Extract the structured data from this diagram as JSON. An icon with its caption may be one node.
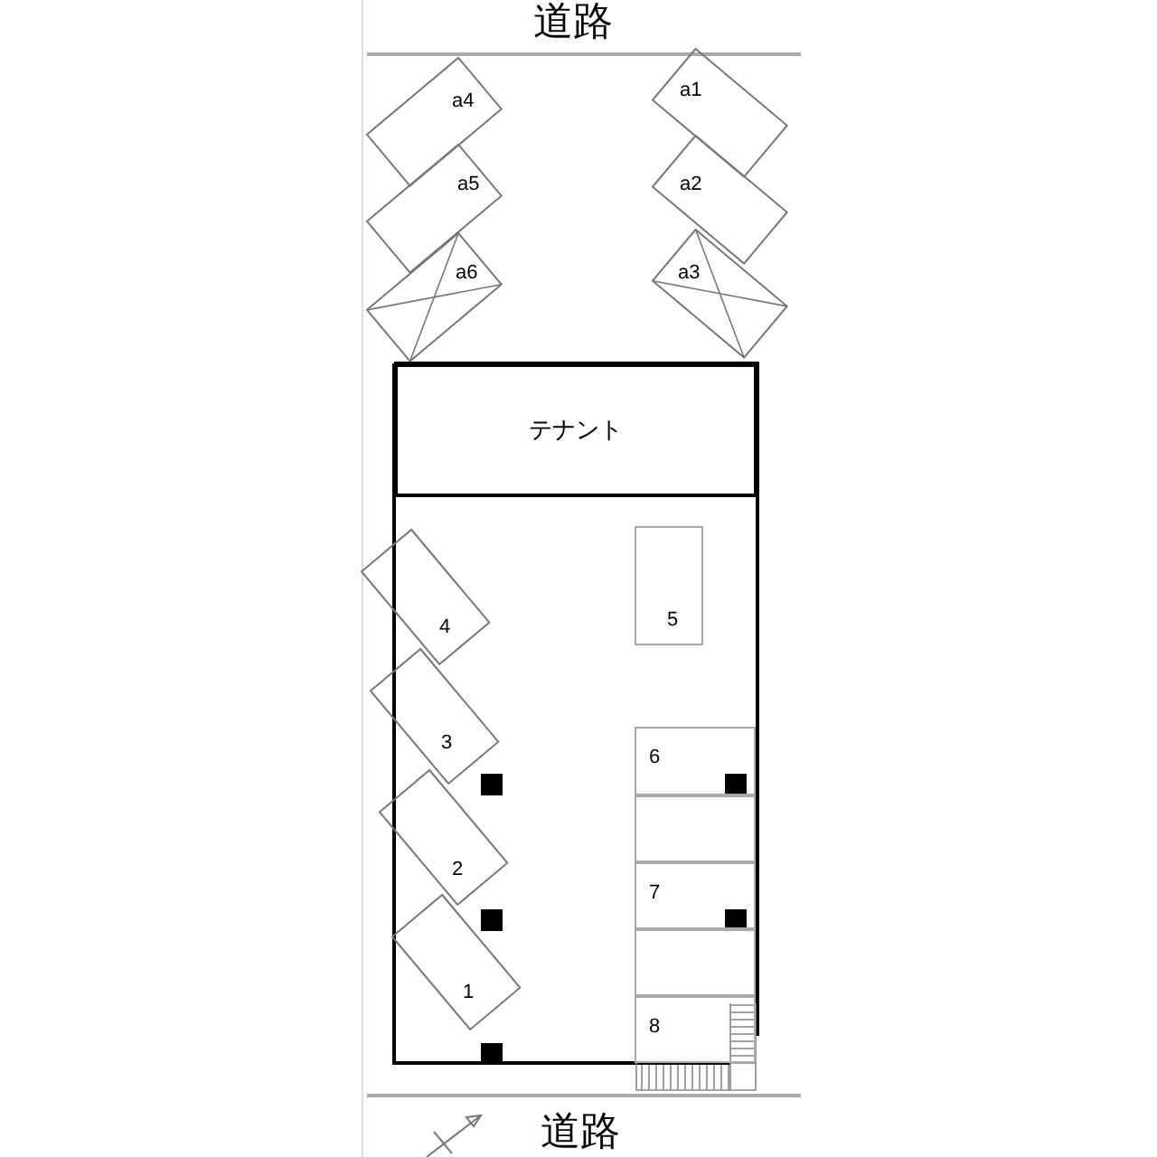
{
  "diagram": {
    "nodes": [
      {
        "text": [
          "a4"
        ]
      },
      {
        "text": [
          "a1"
        ]
      },
      {
        "text": [
          "a5"
        ]
      },
      {
        "text": [
          "a2"
        ]
      },
      {
        "text": [
          "a6"
        ]
      },
      {
        "text": [
          "a3"
        ]
      },
      {
        "text": [
          "テナント"
        ]
      },
      {
        "text": [
          "4"
        ]
      },
      {
        "text": [
          "3"
        ]
      },
      {
        "text": [
          "2"
        ]
      },
      {
        "text": [
          "1"
        ]
      },
      {
        "text": [
          "5"
        ]
      },
      {
        "text": [
          "6"
        ]
      },
      {
        "text": [],
        "shape": "box"
      },
      {
        "text": [
          "7"
        ]
      },
      {
        "text": [],
        "shape": "box"
      },
      {
        "text": [
          "8"
        ]
      }
    ],
    "labels": [
      "道路",
      "道路"
    ]
  }
}
